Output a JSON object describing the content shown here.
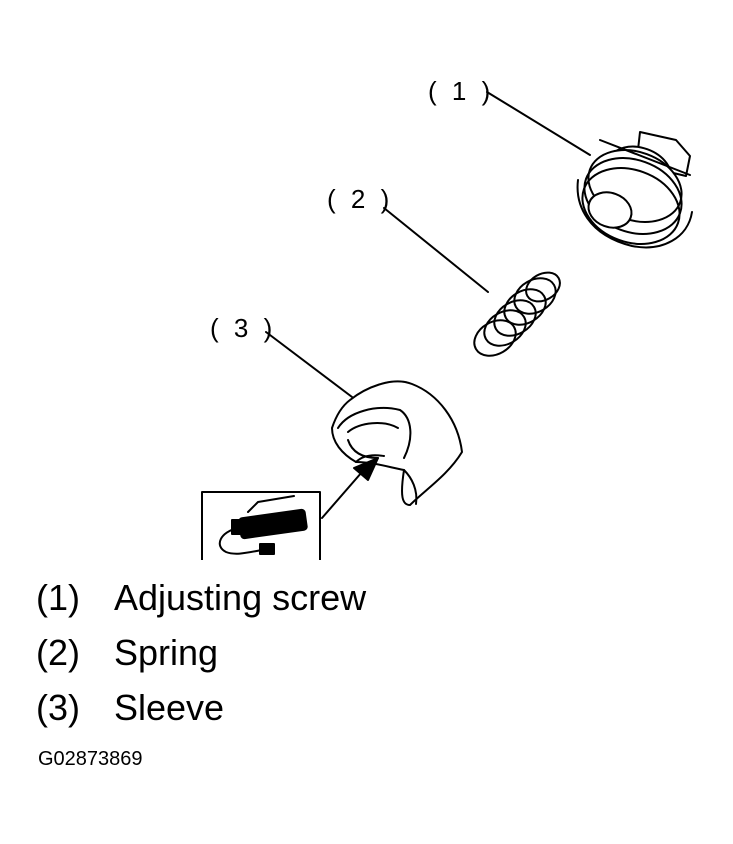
{
  "callouts": [
    {
      "label": "( 1 )"
    },
    {
      "label": "( 2 )"
    },
    {
      "label": "( 3 )"
    }
  ],
  "legend": [
    {
      "num": "(1)",
      "text": "Adjusting screw"
    },
    {
      "num": "(2)",
      "text": "Spring"
    },
    {
      "num": "(3)",
      "text": "Sleeve"
    }
  ],
  "figure_id": "G02873869",
  "icons": {
    "tool": "grease-gun-icon"
  }
}
